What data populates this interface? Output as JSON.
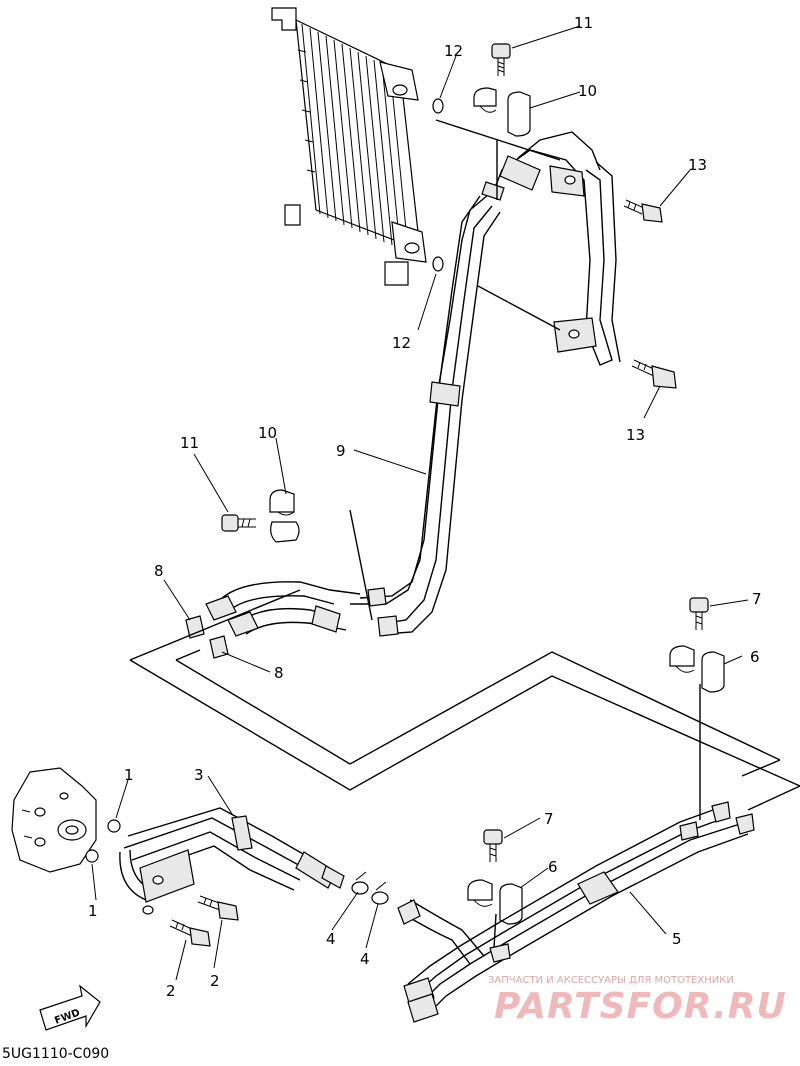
{
  "diagram_code": "5UG1110-C090",
  "fwd_label": "FWD",
  "watermark": {
    "tagline": "ЗАПЧАСТИ И АКСЕССУАРЫ ДЛЯ МОТОТЕХНИКИ",
    "logo": "PARTSFOR.RU"
  },
  "callouts": {
    "c1a": "1",
    "c1b": "1",
    "c2a": "2",
    "c2b": "2",
    "c3": "3",
    "c4a": "4",
    "c4b": "4",
    "c5": "5",
    "c6a": "6",
    "c6b": "6",
    "c7a": "7",
    "c7b": "7",
    "c8a": "8",
    "c8b": "8",
    "c9": "9",
    "c10a": "10",
    "c10b": "10",
    "c11a": "11",
    "c11b": "11",
    "c12a": "12",
    "c12b": "12",
    "c13a": "13",
    "c13b": "13"
  }
}
